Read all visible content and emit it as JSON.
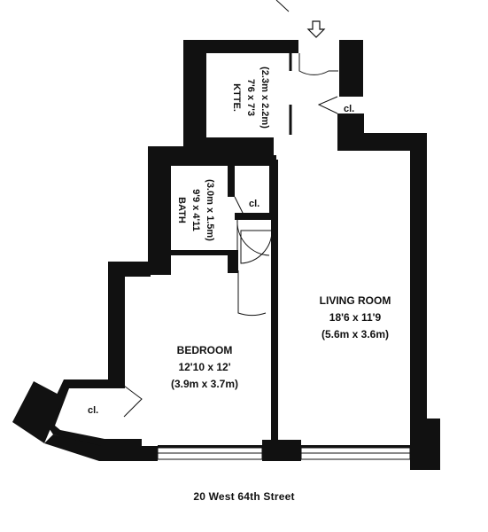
{
  "kitchen": {
    "name": "KTTE.",
    "dims": "7'6 x 7'3",
    "metric": "(2.3m x 2.2m)"
  },
  "bath": {
    "name": "BATH",
    "dims": "9'9 x 4'11",
    "metric": "(3.0m x 1.5m)"
  },
  "living_room": {
    "name": "LIVING ROOM",
    "dims": "18'6 x 11'9",
    "metric": "(5.6m x 3.6m)"
  },
  "bedroom": {
    "name": "BEDROOM",
    "dims": "12'10 x 12'",
    "metric": "(3.9m x 3.7m)"
  },
  "closets": {
    "entry": "cl.",
    "bath": "cl.",
    "bedroom": "cl."
  },
  "address": "20 West 64th Street",
  "colors": {
    "wall": "#111111",
    "paper": "#ffffff"
  }
}
